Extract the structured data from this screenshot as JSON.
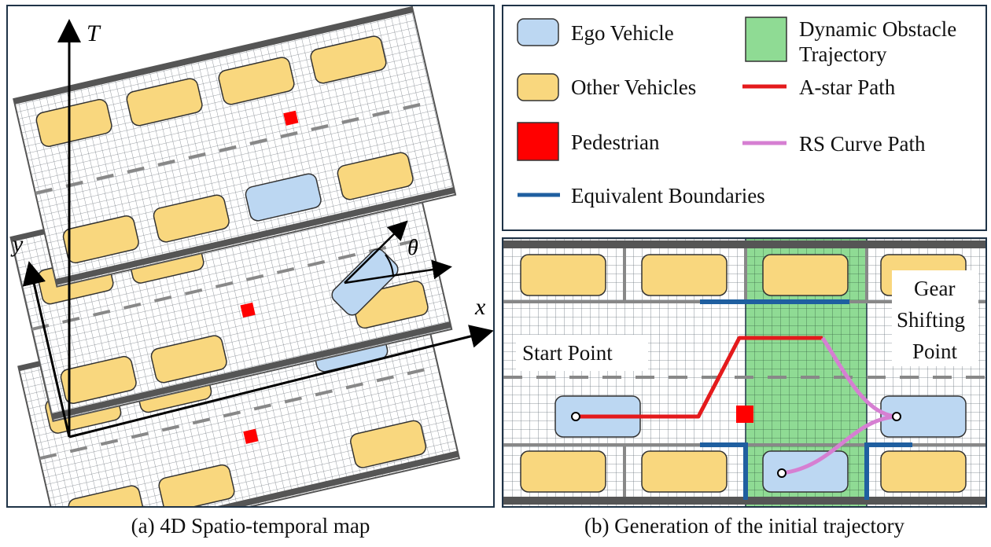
{
  "panel_a": {
    "axes": {
      "t": "T",
      "y": "y",
      "x": "x",
      "theta": "θ"
    },
    "caption": "(a) 4D Spatio-temporal map"
  },
  "panel_b": {
    "caption": "(b) Generation of the initial trajectory",
    "start_label": "Start Point",
    "gear_label_line1": "Gear",
    "gear_label_line2": "Shifting",
    "gear_label_line3": "Point"
  },
  "legend": {
    "ego_vehicle": "Ego Vehicle",
    "other_vehicles": "Other Vehicles",
    "pedestrian": "Pedestrian",
    "equivalent_boundaries": "Equivalent Boundaries",
    "dynamic_obstacle_line1": "Dynamic Obstacle",
    "dynamic_obstacle_line2": "Trajectory",
    "astar_path": "A-star Path",
    "rs_curve_path": "RS Curve Path"
  },
  "colors": {
    "ego": "#bcd7f2",
    "other": "#f9d77e",
    "pedestrian": "#ff0000",
    "dynamic_obstacle": "#8fdb94",
    "astar": "#e41a1c",
    "rs_curve": "#d67fd2",
    "boundary": "#1f5fa0",
    "frame": "#1f3347"
  }
}
